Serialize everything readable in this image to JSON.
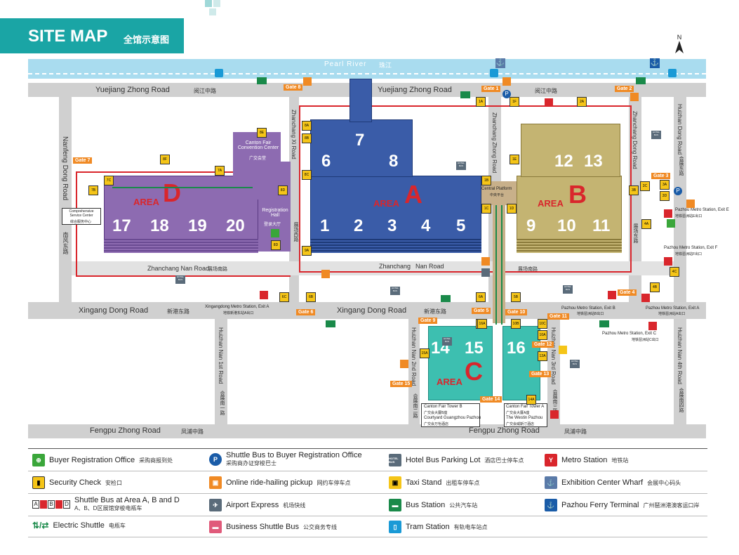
{
  "header": {
    "title": "SITE MAP",
    "title_cn": "全馆示意图"
  },
  "compass": {
    "label": "N"
  },
  "river": {
    "name": "Pearl River",
    "name_cn": "珠江"
  },
  "roads": {
    "yuejiang_left": "Yuejiang Zhong Road",
    "yuejiang_left_cn": "阅江中路",
    "yuejiang_mid": "Yuejiang Zhong Road",
    "yuejiang_right_cn": "阅江中路",
    "xingang_left": "Xingang Dong Road",
    "xingang_left_cn": "新港东路",
    "xingang_mid": "Xingang Dong Road",
    "xingang_mid_cn": "新港东路",
    "fengpu_left": "Fengpu Zhong Road",
    "fengpu_left_cn": "凤浦中路",
    "fengpu_right": "Fengpu Zhong Road",
    "fengpu_right_cn": "凤浦中路",
    "nanfeng": "Nanfeng Dong Road",
    "nanfeng_cn": "南风东路",
    "zhanchang_xi": "Zhanchang Xi Road",
    "zhanchang_zhong": "Zhanchang Zhong Road",
    "zhanchang_dong": "Zhanchang Dong Road",
    "huizhan_dong": "Huizhan Dong Road",
    "huizhan_dong_cn": "会展东路",
    "zhanchang_nan_left": "Zhanchang Nan Road",
    "zhanchang_nan_left_cn": "展场南路",
    "zhanchang_nan_mid_a": "Zhanchang",
    "zhanchang_nan_mid_b": "Nan Road",
    "zhanchang_nan_right_cn": "展场南路",
    "huizhan_nan_1st": "Huizhan Nan 1st Road",
    "huizhan_nan_1st_cn": "会展南一路",
    "huizhan_nan_2nd": "Huizhan Nan 2nd Road",
    "huizhan_nan_2nd_cn": "会展南二路",
    "huizhan_nan_3rd": "Huizhan Nan 3rd Road",
    "huizhan_nan_3rd_cn": "会展南三路",
    "huizhan_nan_4th": "Huizhan Nan 4th Road",
    "huizhan_nan_4th_cn": "会展南四路",
    "zhanchang_xi_cn": "展场西路",
    "zhanchang_dong_cn": "展场东路"
  },
  "areas": {
    "a": {
      "prefix": "AREA",
      "letter": "A",
      "halls": [
        "1",
        "2",
        "3",
        "4",
        "5",
        "6",
        "7",
        "8"
      ],
      "color": "#3a5ca8"
    },
    "b": {
      "prefix": "AREA",
      "letter": "B",
      "halls": [
        "9",
        "10",
        "11",
        "12",
        "13"
      ],
      "color": "#c4b472"
    },
    "c": {
      "prefix": "AREA",
      "letter": "C",
      "halls": [
        "14",
        "15",
        "16"
      ],
      "color": "#3dbfb0"
    },
    "d": {
      "prefix": "AREA",
      "letter": "D",
      "halls": [
        "17",
        "18",
        "19",
        "20"
      ],
      "color": "#8d6bb1"
    }
  },
  "places": {
    "convention_center": "Canton Fair Convention Center",
    "convention_center_cn": "广交会堂",
    "registration_hall": "Registration Hall",
    "registration_hall_cn": "登录大厅",
    "central_platform": "Central Platform",
    "central_platform_cn": "中央平台",
    "service_center": "Comprehensive Service Center",
    "service_center_cn": "综合服务中心",
    "tower_b": "Canton Fair Tower B",
    "tower_b_cn": "广交会大厦B座",
    "courtyard": "Courtyard Guangzhou Pazhou",
    "courtyard_cn": "广交会万怡酒店",
    "tower_a": "Canton Fair Tower A",
    "tower_a_cn": "广交会大厦A座",
    "westin": "The Westin Pazhou",
    "westin_cn": "广交会威斯汀酒店",
    "metro_xingangdong": "Xingangdong Metro Station, Exit A",
    "metro_xingangdong_cn": "地铁新港东站A出口",
    "metro_pazhou_b": "Pazhou Metro Station, Exit B",
    "metro_pazhou_b_cn": "地铁琶洲站B出口",
    "metro_pazhou_a": "Pazhou Metro Station, Exit A",
    "metro_pazhou_a_cn": "地铁琶洲站A出口",
    "metro_pazhou_c": "Pazhou Metro Station, Exit C",
    "metro_pazhou_c_cn": "地铁琶洲站C出口",
    "metro_pazhou_e": "Pazhou Metro Station, Exit E",
    "metro_pazhou_e_cn": "地铁琶洲站E出口",
    "metro_pazhou_f": "Pazhou Metro Station, Exit F",
    "metro_pazhou_f_cn": "地铁琶洲站F出口"
  },
  "gates": {
    "g1": "Gate 1",
    "g2": "Gate 2",
    "g3": "Gate 3",
    "g4": "Gate 4",
    "g5": "Gate 5",
    "g6": "Gate 6",
    "g7": "Gate 7",
    "g8": "Gate 8",
    "g9": "Gate 9",
    "g10": "Gate 10",
    "g11": "Gate 11",
    "g12": "Gate 12",
    "g13": "Gate 13",
    "g14": "Gate 14",
    "g15": "Gate 15"
  },
  "security": {
    "s1a": "1A",
    "s1b": "1B",
    "s1c": "1C",
    "s1d": "1D",
    "s1e": "1E",
    "s1f": "1F",
    "s2a": "2A",
    "s3a": "3A",
    "s3b": "3B",
    "s3c": "3C",
    "s3d": "3D",
    "s4a": "4A",
    "s4b": "4B",
    "s4c": "4C",
    "s5a": "5A",
    "s5b": "5B",
    "s6a": "6A",
    "s6b": "6B",
    "s6c": "6C",
    "s7a": "7A",
    "s7b": "7B",
    "s7c": "7C",
    "s8a": "8A",
    "s8b": "8B",
    "s8c": "8C",
    "s8d": "8D",
    "s8e": "8E",
    "s8f": "8F",
    "s9a": "9A",
    "s10a": "10A",
    "s10b": "10B",
    "s10c": "10C",
    "s12a": "12A",
    "s14a": "14A",
    "s15a": "15A",
    "s16a": "16A"
  },
  "icons_text": {
    "hotel_bus": "HOTEL BUS"
  },
  "legend": [
    {
      "icon": "buyer-registration-icon",
      "label": "Buyer Registration Office",
      "cn": "采购商报到处",
      "color": "#3aa63a"
    },
    {
      "icon": "shuttle-bus-registration-icon",
      "label": "Shuttle Bus to Buyer Registration Office",
      "cn": "采购商办证穿梭巴士",
      "color": "#1a5ca8"
    },
    {
      "icon": "hotel-bus-parking-icon",
      "label": "Hotel Bus Parking Lot",
      "cn": "酒店巴士停车点",
      "color": "#5a6b7a"
    },
    {
      "icon": "metro-station-icon",
      "label": "Metro Station",
      "cn": "地铁站",
      "color": "#d9262c"
    },
    {
      "icon": "security-check-icon",
      "label": "Security Check",
      "cn": "安检口",
      "color": "#f5c518"
    },
    {
      "icon": "ride-hailing-icon",
      "label": "Online ride-hailing pickup",
      "cn": "网约车停车点",
      "color": "#f08a24"
    },
    {
      "icon": "taxi-stand-icon",
      "label": "Taxi Stand",
      "cn": "出租车停车点",
      "color": "#f5c518"
    },
    {
      "icon": "wharf-icon",
      "label": "Exhibition Center Wharf",
      "cn": "会展中心码头",
      "color": "#5a7aa8"
    },
    {
      "icon": "shuttle-abd-icon",
      "label": "Shuttle Bus at Area A, B and D",
      "cn": "A、B、D区展馆穿梭电瓶车",
      "color": "#d9262c"
    },
    {
      "icon": "airport-express-icon",
      "label": "Airport Express",
      "cn": "机场快线",
      "color": "#5a6b7a"
    },
    {
      "icon": "bus-station-icon",
      "label": "Bus Station",
      "cn": "公共汽车站",
      "color": "#1a8a4a"
    },
    {
      "icon": "ferry-terminal-icon",
      "label": "Pazhou Ferry Terminal",
      "cn": "广州琶洲港澳客运口岸",
      "color": "#1a5ca8"
    },
    {
      "icon": "electric-shuttle-icon",
      "label": "Electric Shuttle",
      "cn": "电瓶车",
      "color": "#1a8a4a"
    },
    {
      "icon": "business-shuttle-icon",
      "label": "Business Shuttle Bus",
      "cn": "公交商务专线",
      "color": "#e05a7a"
    },
    {
      "icon": "tram-station-icon",
      "label": "Tram Station",
      "cn": "有轨电车站点",
      "color": "#1a9ad6"
    }
  ],
  "legend_shuttle_letters": [
    "A",
    "B",
    "D"
  ]
}
